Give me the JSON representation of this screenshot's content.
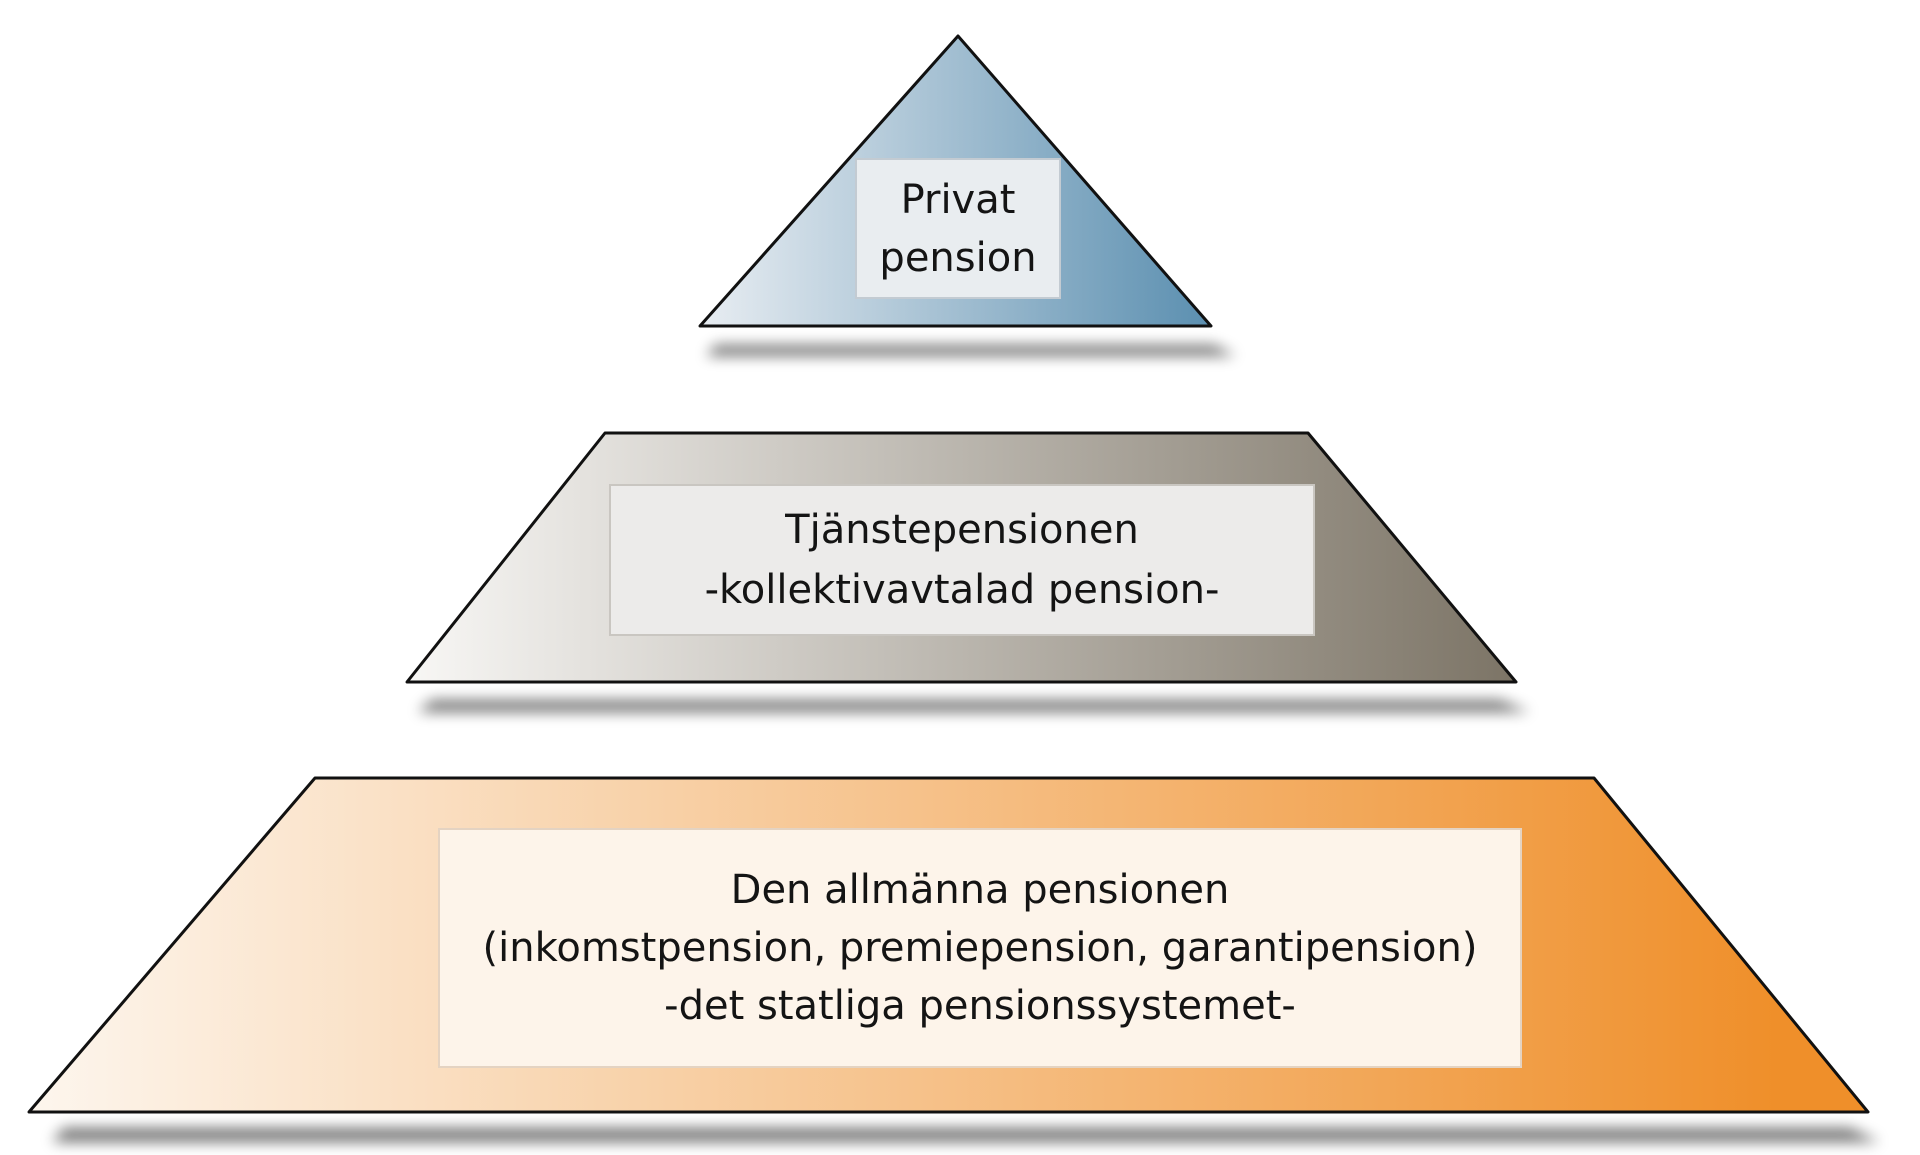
{
  "colors": {
    "top_fill_light": "#e8edf2",
    "top_fill_dark": "#5b8fb0",
    "middle_fill_light": "#f8f7f5",
    "middle_fill_dark": "#7c7466",
    "bottom_fill_light": "#fdf6ee",
    "bottom_fill_dark": "#ef8f2a",
    "outline": "#111111",
    "text": "#141414"
  },
  "tiers": {
    "top": {
      "lines": [
        "Privat",
        "pension"
      ]
    },
    "middle": {
      "lines": [
        "Tjänstepensionen",
        "-kollektivavtalad pension-"
      ]
    },
    "bottom": {
      "lines": [
        "Den allmänna pensionen",
        "(inkomstpension, premiepension, garantipension)",
        "-det statliga pensionssystemet-"
      ]
    }
  }
}
